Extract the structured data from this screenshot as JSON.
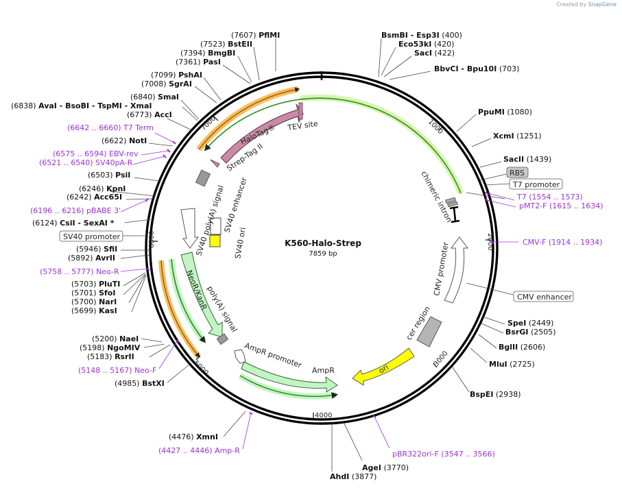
{
  "credit": {
    "prefix": "Created by",
    "brand": "SnapGene"
  },
  "plasmid": {
    "name": "K560-Halo-Strep",
    "length": "7859 bp"
  },
  "ticks": [
    "1000",
    "2000",
    "3000",
    "4000",
    "5000",
    "6000",
    "7000"
  ],
  "enzymes": [
    {
      "pos": "(7607)",
      "name": "PflMI"
    },
    {
      "pos": "(7523)",
      "name": "BstEII"
    },
    {
      "pos": "(7394)",
      "name": "BmgBI"
    },
    {
      "pos": "(7361)",
      "name": "PasI"
    },
    {
      "pos": "(7099)",
      "name": "PshAI"
    },
    {
      "pos": "(7008)",
      "name": "SgrAI"
    },
    {
      "pos": "(6840)",
      "name": "SmaI"
    },
    {
      "pos": "(6838)",
      "name": "AvaI   - BsoBI   - TspMI   - XmaI"
    },
    {
      "pos": "(6773)",
      "name": "AccI"
    },
    {
      "pos": "(6622)",
      "name": "NotI"
    },
    {
      "pos": "(6503)",
      "name": "PsiI"
    },
    {
      "pos": "(6246)",
      "name": "KpnI"
    },
    {
      "pos": "(6242)",
      "name": "Acc65I"
    },
    {
      "pos": "(6124)",
      "name": "CsiI   - SexAI *"
    },
    {
      "pos": "(5946)",
      "name": "SfiI"
    },
    {
      "pos": "(5892)",
      "name": "AvrII"
    },
    {
      "pos": "(5703)",
      "name": "PluTI"
    },
    {
      "pos": "(5701)",
      "name": "SfoI"
    },
    {
      "pos": "(5700)",
      "name": "NarI"
    },
    {
      "pos": "(5699)",
      "name": "KasI"
    },
    {
      "pos": "(5200)",
      "name": "NaeI"
    },
    {
      "pos": "(5198)",
      "name": "NgoMIV"
    },
    {
      "pos": "(5183)",
      "name": "RsrII"
    },
    {
      "pos": "(4985)",
      "name": "BstXI"
    },
    {
      "pos": "(4476)",
      "name": "XmnI"
    },
    {
      "pos": "(3877)",
      "name": "AhdI"
    },
    {
      "pos": "(3770)",
      "name": "AgeI"
    },
    {
      "pos": "(400)",
      "name": "BsmBI   - Esp3I"
    },
    {
      "pos": "(420)",
      "name": "Eco53kI"
    },
    {
      "pos": "(422)",
      "name": "SacI"
    },
    {
      "pos": "(703)",
      "name": "BbvCI   - Bpu10I"
    },
    {
      "pos": "(1080)",
      "name": "PpuMI"
    },
    {
      "pos": "(1251)",
      "name": "XcmI"
    },
    {
      "pos": "(1439)",
      "name": "SacII"
    },
    {
      "pos": "(2449)",
      "name": "SpeI"
    },
    {
      "pos": "(2505)",
      "name": "BsrGI"
    },
    {
      "pos": "(2606)",
      "name": "BglII"
    },
    {
      "pos": "(2725)",
      "name": "MluI"
    },
    {
      "pos": "(2938)",
      "name": "BspEI"
    }
  ],
  "primers": [
    {
      "range": "(6642 .. 6660)",
      "name": "T7 Term"
    },
    {
      "range": "(6575 .. 6594)",
      "name": "EBV-rev"
    },
    {
      "range": "(6521 .. 6540)",
      "name": "SV40pA-R"
    },
    {
      "range": "(6196 .. 6216)",
      "name": "pBABE 3'"
    },
    {
      "range": "(5758 .. 5777)",
      "name": "Neo-R"
    },
    {
      "range": "(5148 .. 5167)",
      "name": "Neo-F"
    },
    {
      "range": "(4427 .. 4446)",
      "name": "Amp-R"
    },
    {
      "range": "(3547 .. 3566)",
      "name": "pBR322ori-F"
    },
    {
      "range": "(1554 .. 1573)",
      "name": "T7"
    },
    {
      "range": "(1615 .. 1634)",
      "name": "pMT2-F"
    },
    {
      "range": "(1914 .. 1934)",
      "name": "CMV-F"
    }
  ],
  "boxed_features": [
    "RBS",
    "T7 promoter",
    "SV40 promoter",
    "CMV enhancer"
  ],
  "features": [
    "HaloTag®",
    "TEV site",
    "Strep-Tag II",
    "SV40 poly(A) signal",
    "SV40 enhancer",
    "SV40 ori",
    "NeoR/KanR",
    "poly(A) signal",
    "AmpR promoter",
    "AmpR",
    "ori",
    "cer region",
    "CMV promoter",
    "chimeric intron"
  ],
  "colors": {
    "halotag": "#c98aa6",
    "neor": "#c4f4c4",
    "ampr": "#c4f4c4",
    "ori": "#ffff00",
    "cer": "#b4b4b4",
    "orf_green": "#2f8c1f",
    "orf_orange": "#f4b23d",
    "primer": "#9b30d9"
  }
}
